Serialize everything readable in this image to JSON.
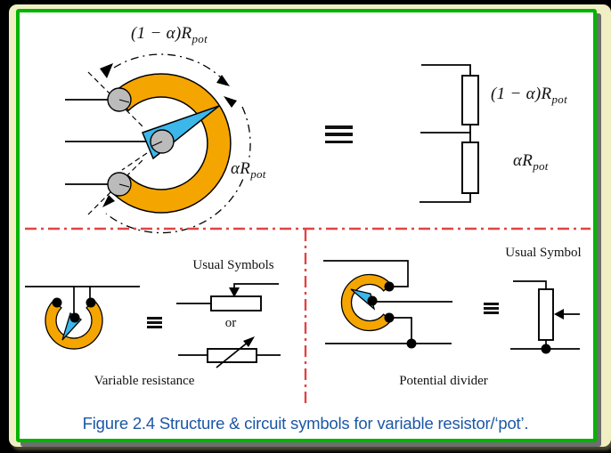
{
  "top_section": {
    "structure": {
      "upper_label": {
        "main": "(1 − α)R",
        "sub": "pot"
      },
      "lower_label": {
        "main": "αR",
        "sub": "pot"
      }
    },
    "equivalence": "≡",
    "circuit": {
      "upper_resistor_label": {
        "main": "(1 − α)R",
        "sub": "pot"
      },
      "lower_resistor_label": {
        "main": "αR",
        "sub": "pot"
      }
    }
  },
  "bottom_left": {
    "heading": "Usual Symbols",
    "or_label": "or",
    "equivalence": "≡",
    "caption": "Variable resistance"
  },
  "bottom_right": {
    "heading": "Usual Symbol",
    "equivalence": "≡",
    "caption": "Potential divider"
  },
  "figure_caption": "Figure 2.4   Structure & circuit symbols for variable resistor/‘pot’.",
  "icons": {
    "equivalence_symbol": "≡",
    "wiper": "blue-pointer",
    "track": "orange-annular-ring",
    "dimension_arrows": "dash-dot-arc-arrows"
  },
  "colors": {
    "page_bg": "#000000",
    "slide_bg": "#F0EFC4",
    "border_green": "#00B400",
    "track_orange": "#F5A500",
    "wiper_blue": "#3BB7EA",
    "terminal_gray": "#BBBBBB",
    "divider_red": "#E04545",
    "caption_blue": "#1C57A5"
  }
}
